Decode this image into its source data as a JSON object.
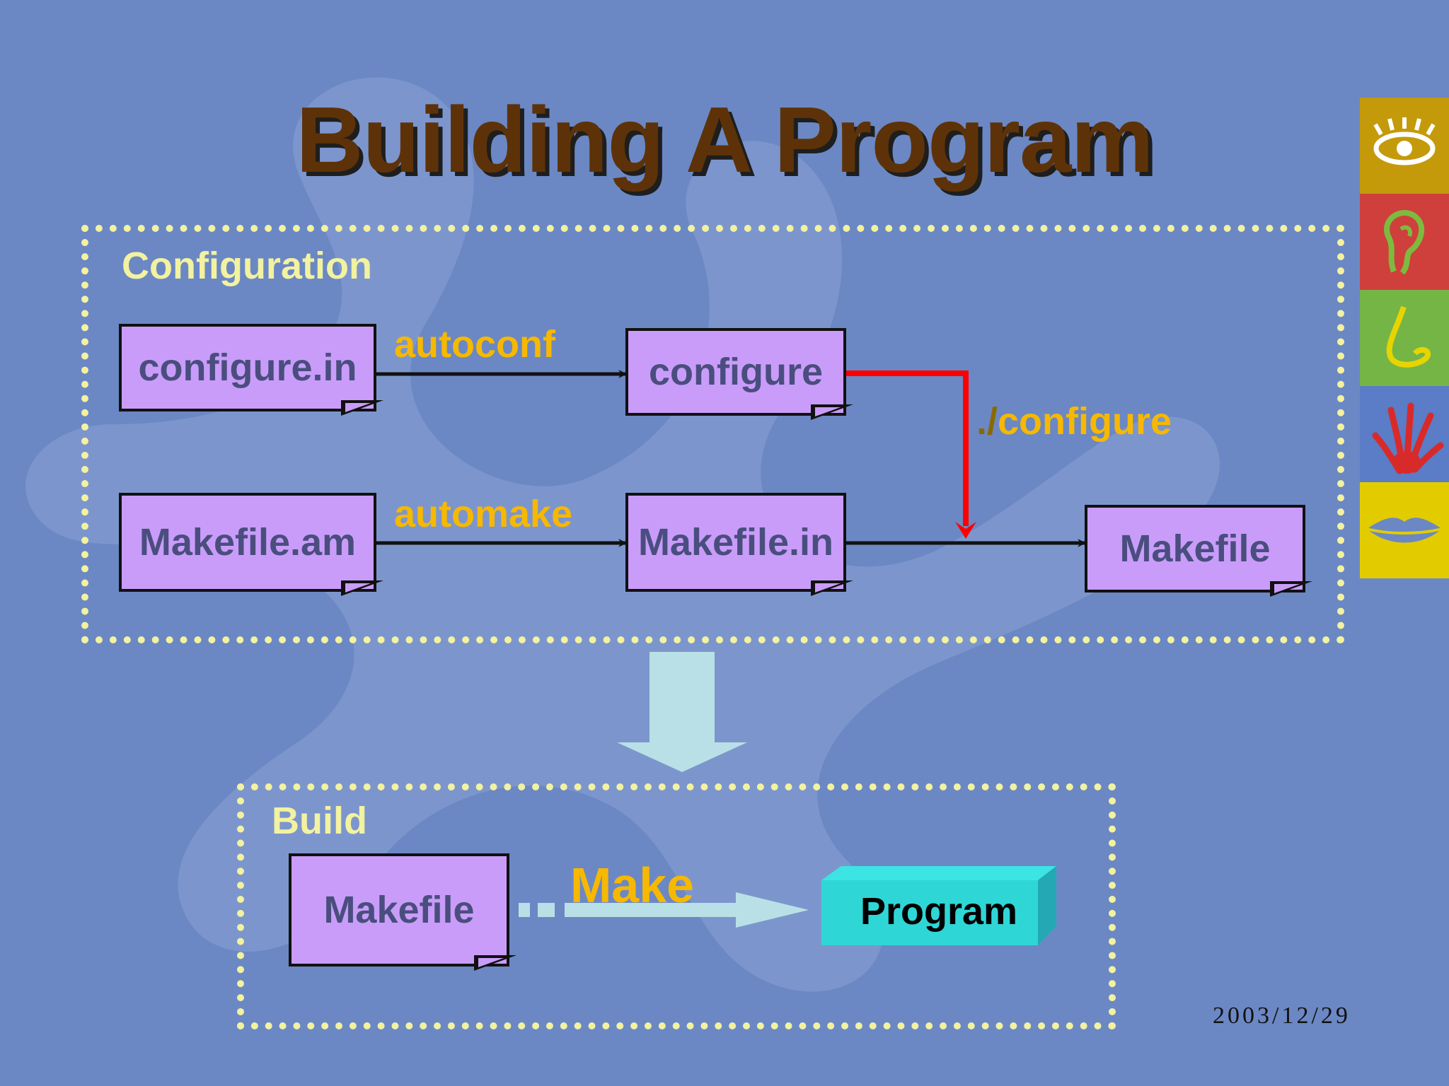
{
  "title": "Building A Program",
  "configuration": {
    "label": "Configuration",
    "files": {
      "configure_in": "configure.in",
      "configure": "configure",
      "makefile_am": "Makefile.am",
      "makefile_in": "Makefile.in",
      "makefile": "Makefile"
    },
    "tools": {
      "autoconf": "autoconf",
      "automake": "automake",
      "run_prefix": "./",
      "run_name": "configure"
    }
  },
  "build": {
    "label": "Build",
    "makefile": "Makefile",
    "tool": "Make",
    "program": "Program"
  },
  "date": "2003/12/29",
  "colors": {
    "background": "#6b88c4",
    "file_fill": "#c99cfa",
    "region_border": "#f2f2a0",
    "tool_text": "#f6b800",
    "configure_arrow": "#ff0000",
    "program_fill": "#2fd6d6",
    "flow_arrow": "#b9e0e6"
  },
  "senses": [
    "eye-icon",
    "ear-icon",
    "nose-icon",
    "hand-icon",
    "mouth-icon"
  ]
}
